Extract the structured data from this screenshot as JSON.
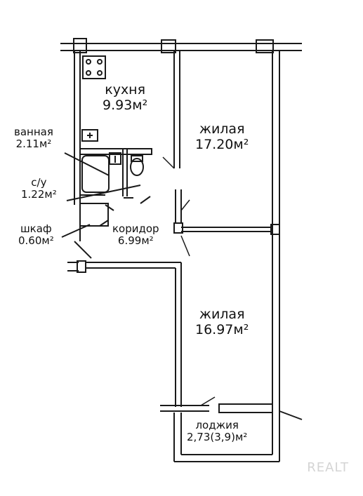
{
  "rooms": {
    "kitchen": {
      "name": "кухня",
      "area": "9.93м²"
    },
    "living1": {
      "name": "жилая",
      "area": "17.20м²"
    },
    "living2": {
      "name": "жилая",
      "area": "16.97м²"
    },
    "bathroom": {
      "name": "ванная",
      "area": "2.11м²"
    },
    "toilet": {
      "name": "с/у",
      "area": "1.22м²"
    },
    "closet": {
      "name": "шкаф",
      "area": "0.60м²"
    },
    "corridor": {
      "name": "коридор",
      "area": "6.99м²"
    },
    "loggia": {
      "name": "лоджия",
      "area": "2,73(3,9)м²"
    }
  },
  "watermark": "REALT",
  "colors": {
    "line": "#1a1a1a",
    "background": "#ffffff",
    "watermark": "#d4d4d4"
  }
}
